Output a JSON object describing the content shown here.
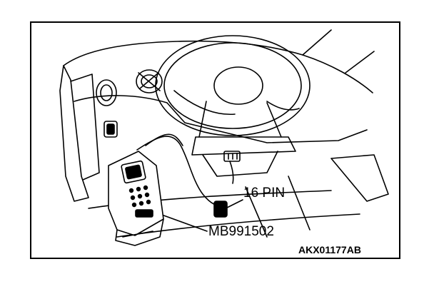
{
  "figure": {
    "connector_label": "16 PIN",
    "tool_label": "MB991502",
    "figure_code": "AKX01177AB"
  },
  "colors": {
    "line": "#000000",
    "background": "#ffffff"
  },
  "icons": [
    "steering-wheel-icon",
    "scan-tool-icon",
    "diagnostic-connector-icon"
  ]
}
